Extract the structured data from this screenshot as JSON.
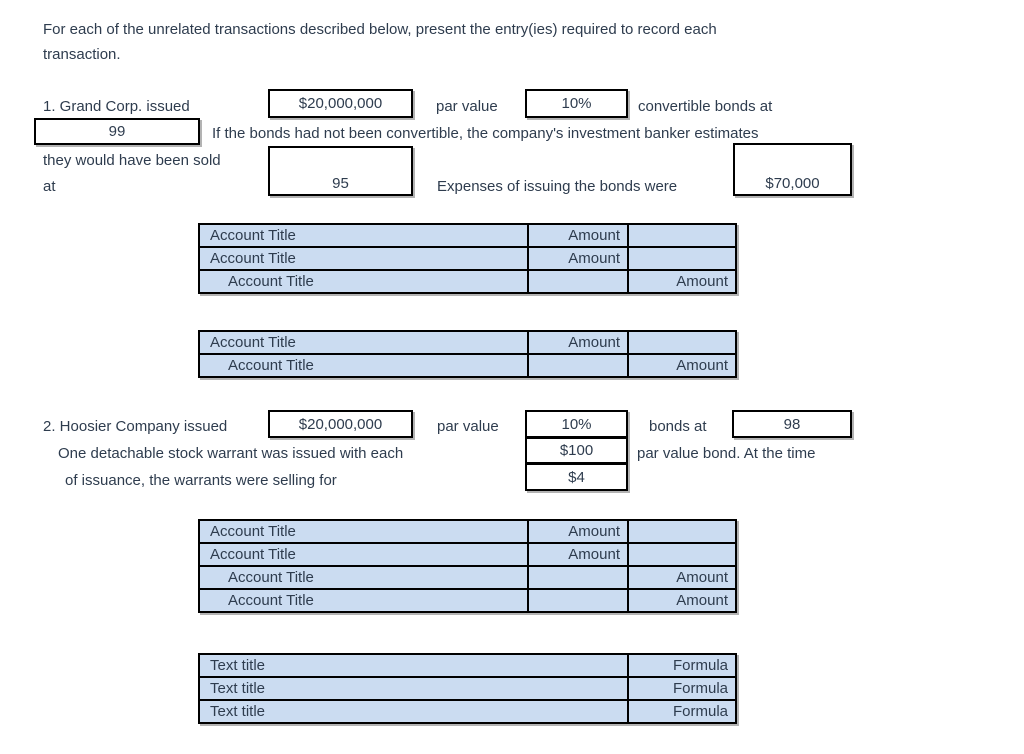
{
  "colors": {
    "text": "#2e3c4e",
    "cell_fill": "#cbdcf1",
    "border": "#000000",
    "shadow": "#b3b3b3",
    "background": "#ffffff"
  },
  "intro": {
    "line1": "For each of the unrelated transactions described below, present the entry(ies) required to record each",
    "line2": "transaction."
  },
  "t1": {
    "label": "1. Grand Corp. issued",
    "box_par_amount": "$20,000,000",
    "par_value": "par value",
    "box_rate": "10%",
    "convertible_bonds_at": "convertible bonds at",
    "box_issue_price": "99",
    "if_not_convertible": "If the bonds had not been convertible, the company's investment banker estimates",
    "they_would": "they would have been sold",
    "at": "at",
    "box_estimated_price": "95",
    "expenses_were": "Expenses of issuing the bonds were",
    "box_expenses": "$70,000"
  },
  "t2": {
    "label": "2. Hoosier Company issued",
    "box_par_amount": "$20,000,000",
    "par_value": "par value",
    "box_rate": "10%",
    "bonds_at": "bonds at",
    "box_issue_price": "98",
    "warrant_line": "One detachable stock warrant was issued with each",
    "box_bond_denom": "$100",
    "par_value_bond": "par value bond. At the time",
    "issuance_line": "of issuance, the warrants were selling for",
    "box_warrant_price": "$4"
  },
  "tables": {
    "entry1": {
      "rows": [
        {
          "c1": "Account Title",
          "c2": "Amount",
          "c3": ""
        },
        {
          "c1": "Account Title",
          "c2": "Amount",
          "c3": ""
        },
        {
          "c1": "Account Title",
          "c2": "",
          "c3": "Amount"
        }
      ]
    },
    "entry1b": {
      "rows": [
        {
          "c1": "Account Title",
          "c2": "Amount",
          "c3": ""
        },
        {
          "c1": "Account Title",
          "c2": "",
          "c3": "Amount"
        }
      ]
    },
    "entry2": {
      "rows": [
        {
          "c1": "Account Title",
          "c2": "Amount",
          "c3": ""
        },
        {
          "c1": "Account Title",
          "c2": "Amount",
          "c3": ""
        },
        {
          "c1": "Account Title",
          "c2": "",
          "c3": "Amount"
        },
        {
          "c1": "Account Title",
          "c2": "",
          "c3": "Amount"
        }
      ]
    },
    "formula": {
      "rows": [
        {
          "c1": "Text title",
          "c2": "Formula"
        },
        {
          "c1": "Text title",
          "c2": "Formula"
        },
        {
          "c1": "Text title",
          "c2": "Formula"
        }
      ]
    }
  }
}
